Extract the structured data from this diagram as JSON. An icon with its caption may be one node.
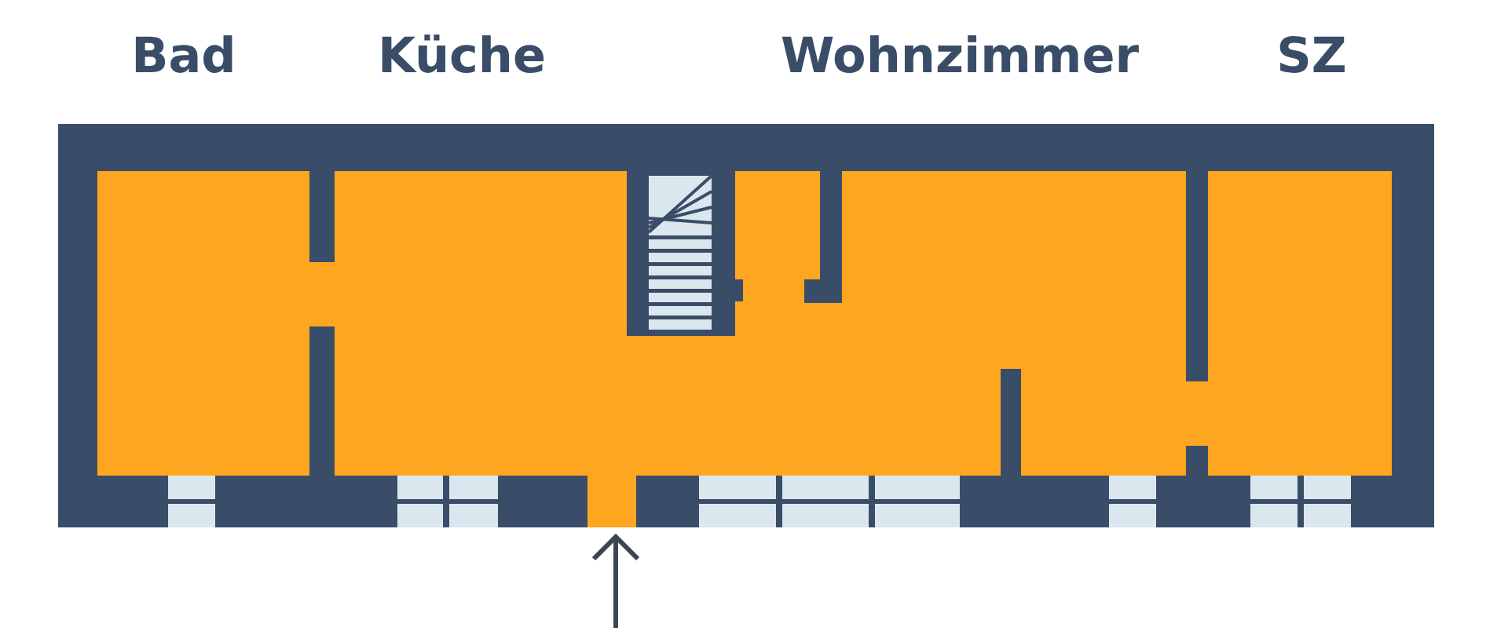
{
  "diagram": {
    "labels": [
      "Bad",
      "Küche",
      "Wohnzimmer",
      "SZ"
    ]
  }
}
